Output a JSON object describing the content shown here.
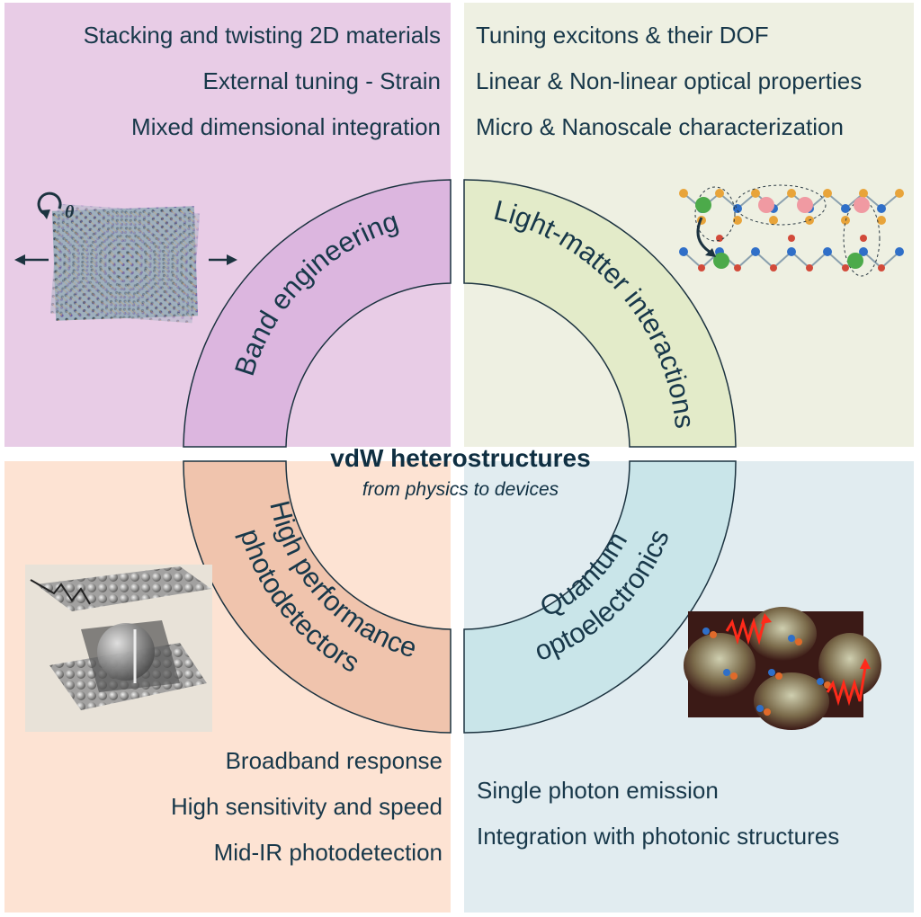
{
  "center": {
    "title": "vdW heterostructures",
    "subtitle": "from physics to devices"
  },
  "quadrants": {
    "top_left": {
      "arc_label": "Band engineering",
      "bullets": [
        "Stacking and twisting 2D materials",
        "External tuning - Strain",
        "Mixed dimensional integration"
      ],
      "figure_symbol": "θ"
    },
    "top_right": {
      "arc_label": "Light-matter interactions",
      "bullets": [
        "Tuning excitons & their DOF",
        "Linear & Non-linear optical properties",
        "Micro & Nanoscale characterization"
      ]
    },
    "bottom_left": {
      "arc_label_line1": "High performance",
      "arc_label_line2": "photodetectors",
      "bullets": [
        "Broadband response",
        "High sensitivity and speed",
        "Mid-IR photodetection"
      ]
    },
    "bottom_right": {
      "arc_label_line1": "Quantum",
      "arc_label_line2": "optoelectronics",
      "bullets": [
        "Single photon emission",
        "Integration with photonic structures"
      ]
    }
  },
  "colors": {
    "band_arc": "#dcb6df",
    "light_arc": "#e3ebc9",
    "photo_arc": "#f0c4ad",
    "quantum_arc": "#c9e5e9",
    "text_dark": "#18384a"
  }
}
